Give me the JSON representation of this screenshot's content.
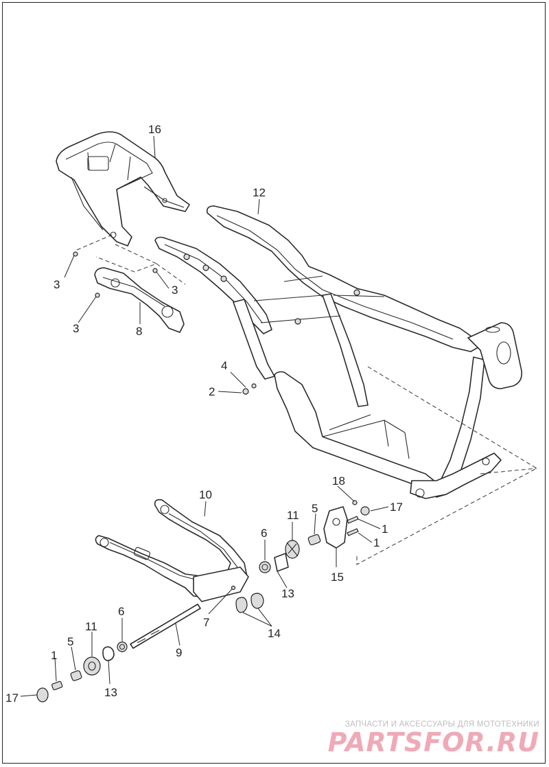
{
  "callouts": {
    "c16": "16",
    "c12": "12",
    "c3a": "3",
    "c3b": "3",
    "c3c": "3",
    "c8": "8",
    "c4": "4",
    "c2": "2",
    "c10": "10",
    "c18": "18",
    "c11a": "11",
    "c5a": "5",
    "c17a": "17",
    "c6a": "6",
    "c1a": "1",
    "c1b": "1",
    "c15": "15",
    "c13a": "13",
    "c7": "7",
    "c14": "14",
    "c9": "9",
    "c6b": "6",
    "c11b": "11",
    "c5b": "5",
    "c1c": "1",
    "c17b": "17",
    "c13b": "13"
  },
  "watermark": {
    "tagline": "ЗАПЧАСТИ И АКСЕССУАРЫ ДЛЯ МОТОТЕХНИКИ",
    "brand": "PARTSFOR.RU"
  }
}
